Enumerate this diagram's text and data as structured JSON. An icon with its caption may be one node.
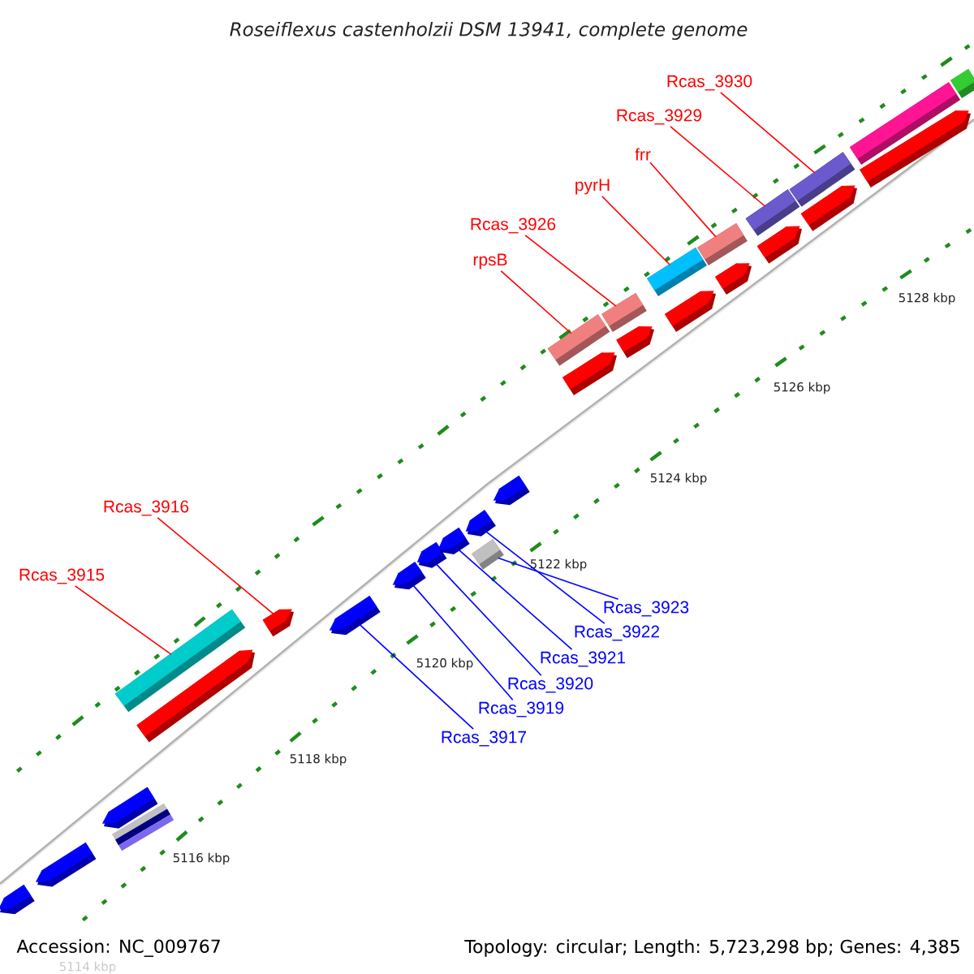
{
  "diagram": {
    "title": "Roseiflexus castenholzii DSM 13941, complete genome",
    "nodes": [
      {
        "text": [
          "Rcas_3930"
        ]
      },
      {
        "text": [
          "Rcas_3929"
        ]
      },
      {
        "text": [
          "frr"
        ]
      },
      {
        "text": [
          "pyrH"
        ]
      },
      {
        "text": [
          "Rcas_3926"
        ]
      },
      {
        "text": [
          "rpsB"
        ]
      },
      {
        "text": [
          "Rcas_3916"
        ]
      },
      {
        "text": [
          "Rcas_3915"
        ]
      },
      {
        "text": [
          "Rcas_3923"
        ]
      },
      {
        "text": [
          "Rcas_3922"
        ]
      },
      {
        "text": [
          "Rcas_3921"
        ]
      },
      {
        "text": [
          "Rcas_3920"
        ]
      },
      {
        "text": [
          "Rcas_3919"
        ]
      },
      {
        "text": [
          "Rcas_3917"
        ]
      },
      {
        "text": [],
        "shape": "pentagon"
      },
      {
        "text": [],
        "shape": "pentagon"
      },
      {
        "text": [],
        "shape": "pentagon"
      },
      {
        "text": [],
        "shape": "bar"
      },
      {
        "text": [],
        "shape": "bar"
      },
      {
        "text": [],
        "shape": "pentagon"
      },
      {
        "text": [],
        "shape": "pentagon"
      },
      {
        "text": [],
        "shape": "pentagon"
      },
      {
        "text": [],
        "shape": "pentagon"
      },
      {
        "text": [],
        "shape": "pentagon"
      },
      {
        "text": [],
        "shape": "pentagon"
      },
      {
        "text": [],
        "shape": "pentagon"
      },
      {
        "text": [],
        "shape": "bar"
      },
      {
        "text": [],
        "shape": "pentagon"
      },
      {
        "text": [],
        "shape": "bar"
      },
      {
        "text": [],
        "shape": "pentagon"
      },
      {
        "text": [],
        "shape": "bar"
      },
      {
        "text": [],
        "shape": "pentagon"
      },
      {
        "text": [],
        "shape": "bar"
      },
      {
        "text": [],
        "shape": "pentagon"
      },
      {
        "text": [],
        "shape": "bar"
      },
      {
        "text": [],
        "shape": "pentagon"
      },
      {
        "text": [],
        "shape": "bar"
      },
      {
        "text": [],
        "shape": "pentagon"
      },
      {
        "text": [],
        "shape": "bar"
      },
      {
        "text": [],
        "shape": "pentagon"
      },
      {
        "text": [],
        "shape": "bar"
      },
      {
        "text": [],
        "shape": "pentagon"
      },
      {
        "text": [],
        "shape": "bar"
      }
    ],
    "edges": [
      {
        "from": 7,
        "to": 18,
        "arrow": "none"
      },
      {
        "from": 6,
        "to": 20,
        "arrow": "none"
      },
      {
        "from": 13,
        "to": 21,
        "arrow": "none",
        "color": "#0000ff"
      },
      {
        "from": 12,
        "to": 22,
        "arrow": "none",
        "color": "#0000ff"
      },
      {
        "from": 11,
        "to": 23,
        "arrow": "none",
        "color": "#0000ff"
      },
      {
        "from": 10,
        "to": 24,
        "arrow": "none",
        "color": "#0000ff"
      },
      {
        "from": 9,
        "to": 25,
        "arrow": "none",
        "color": "#0000ff"
      },
      {
        "from": 8,
        "to": 26,
        "arrow": "none",
        "color": "#0000ff"
      },
      {
        "from": 5,
        "to": 28,
        "arrow": "none"
      },
      {
        "from": 4,
        "to": 30,
        "arrow": "none"
      },
      {
        "from": 3,
        "to": 32,
        "arrow": "none"
      },
      {
        "from": 2,
        "to": 34,
        "arrow": "none"
      },
      {
        "from": 1,
        "to": 36,
        "arrow": "none"
      },
      {
        "from": 0,
        "to": 38,
        "arrow": "none"
      }
    ],
    "labels": [
      "5128 kbp",
      "5126 kbp",
      "5124 kbp",
      "5122 kbp",
      "5120 kbp",
      "5118 kbp",
      "5116 kbp",
      "5114 kbp",
      "Accession: NC_009767",
      "Topology: circular; Length: 5,723,298 bp; Genes: 4,385"
    ]
  }
}
